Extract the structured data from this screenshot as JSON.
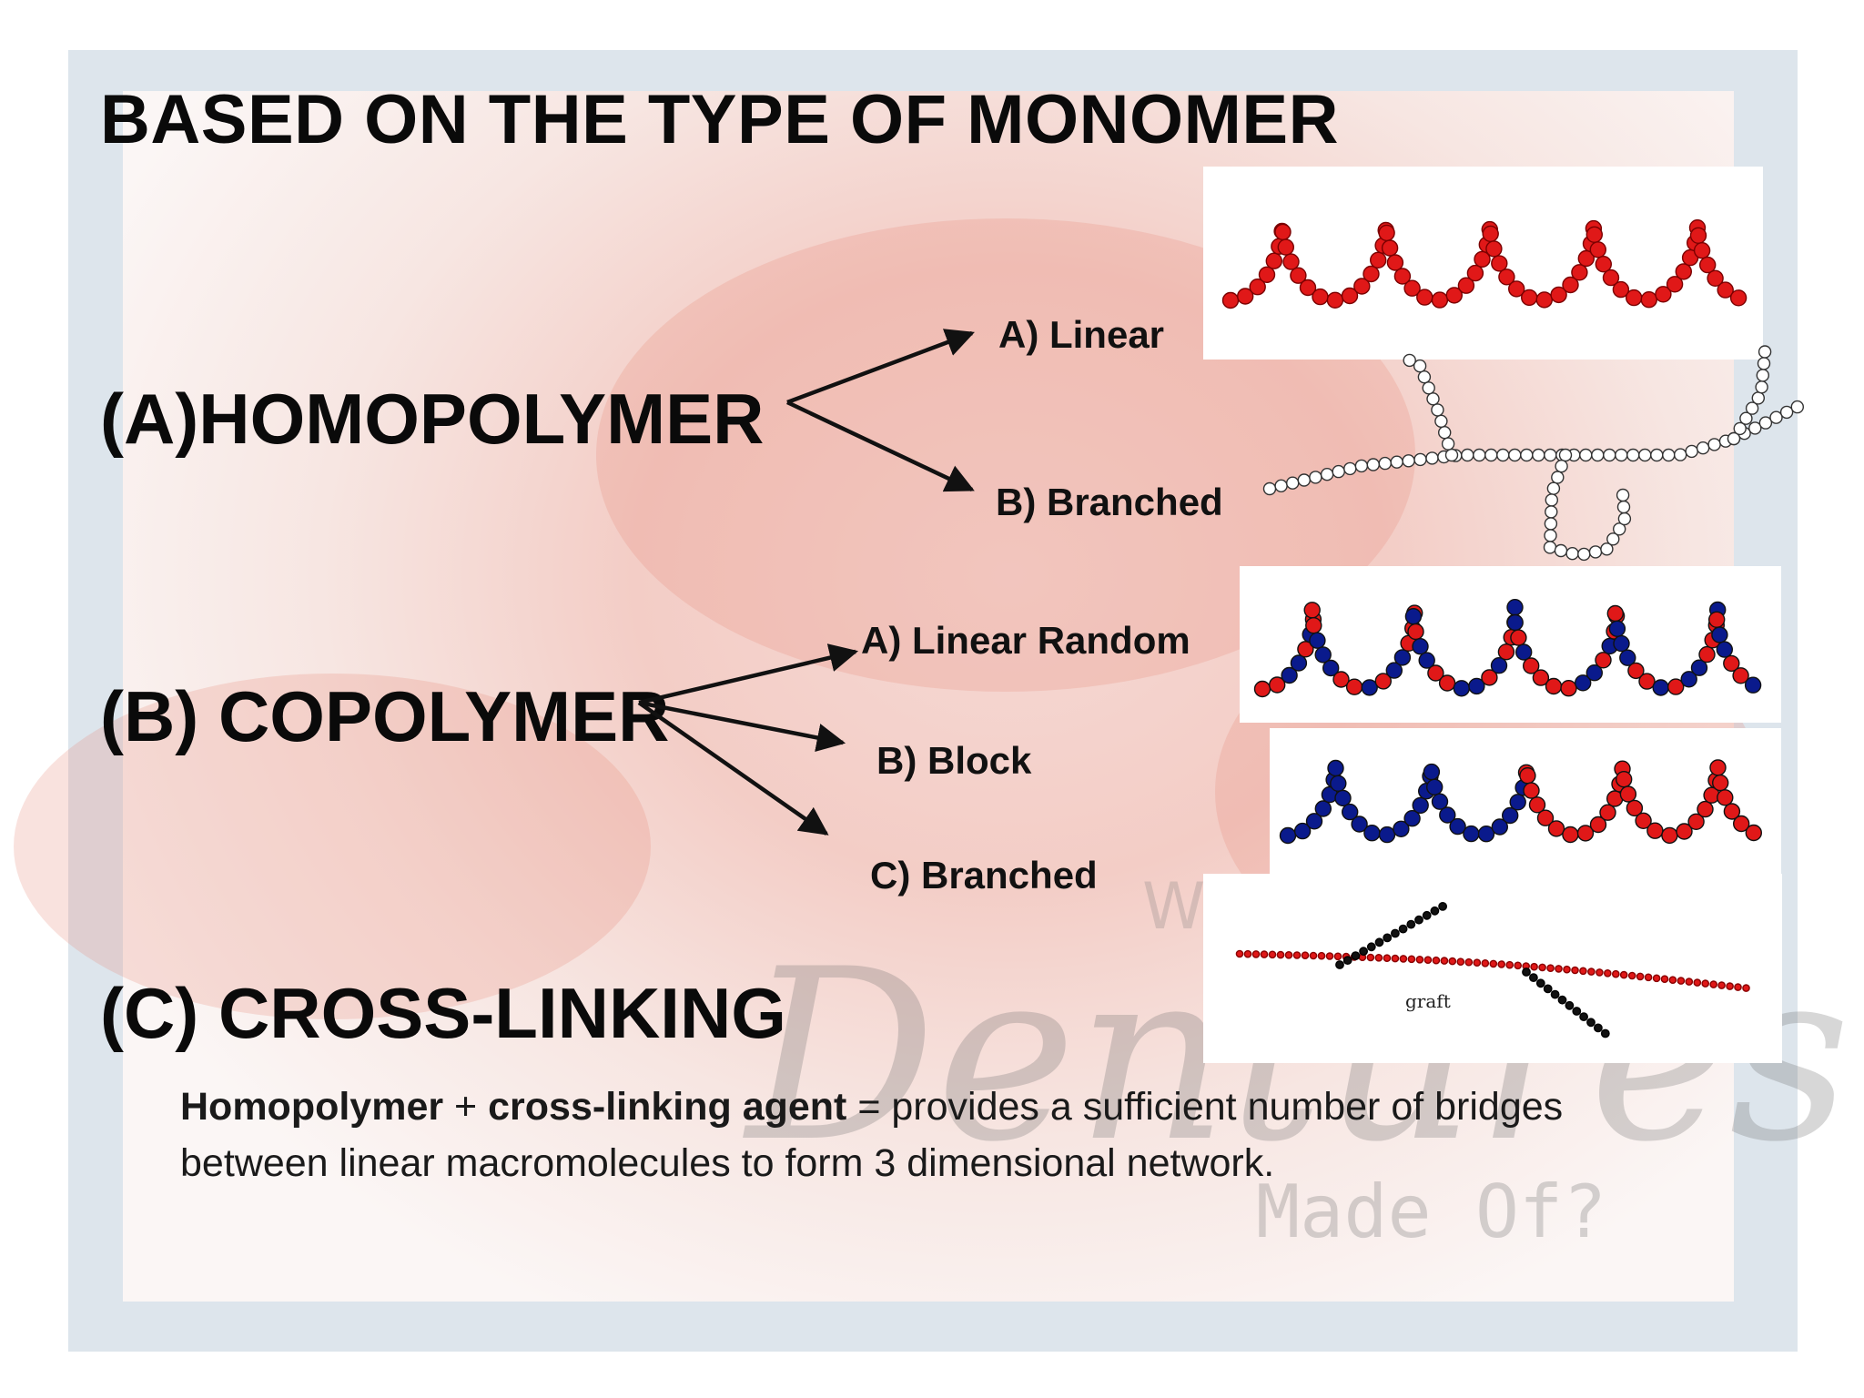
{
  "title": "BASED ON THE TYPE OF MONOMER",
  "sections": [
    {
      "marker": "(A)",
      "name": "HOMOPOLYMER",
      "branches": [
        "A) Linear",
        "B) Branched"
      ]
    },
    {
      "marker": "(B)",
      "name": "COPOLYMER",
      "branches": [
        "A) Linear Random",
        "B) Block",
        "C) Branched"
      ]
    },
    {
      "marker": "(C)",
      "name": "CROSS-LINKING",
      "description": {
        "term1": "Homopolymer",
        "plus": " + ",
        "term2": "cross-linking agent",
        "rest": " = provides a sufficient number of bridges between linear macromolecules to form 3 dimensional network."
      }
    }
  ],
  "images": {
    "graft_label": "graft"
  },
  "watermark": {
    "big": "Dentures",
    "small": "Made Of?",
    "top": "W"
  },
  "colors": {
    "red_bead": "#e01818",
    "blue_bead": "#0a1a8c",
    "black_bead": "#111111",
    "text": "#0a0a0a"
  }
}
